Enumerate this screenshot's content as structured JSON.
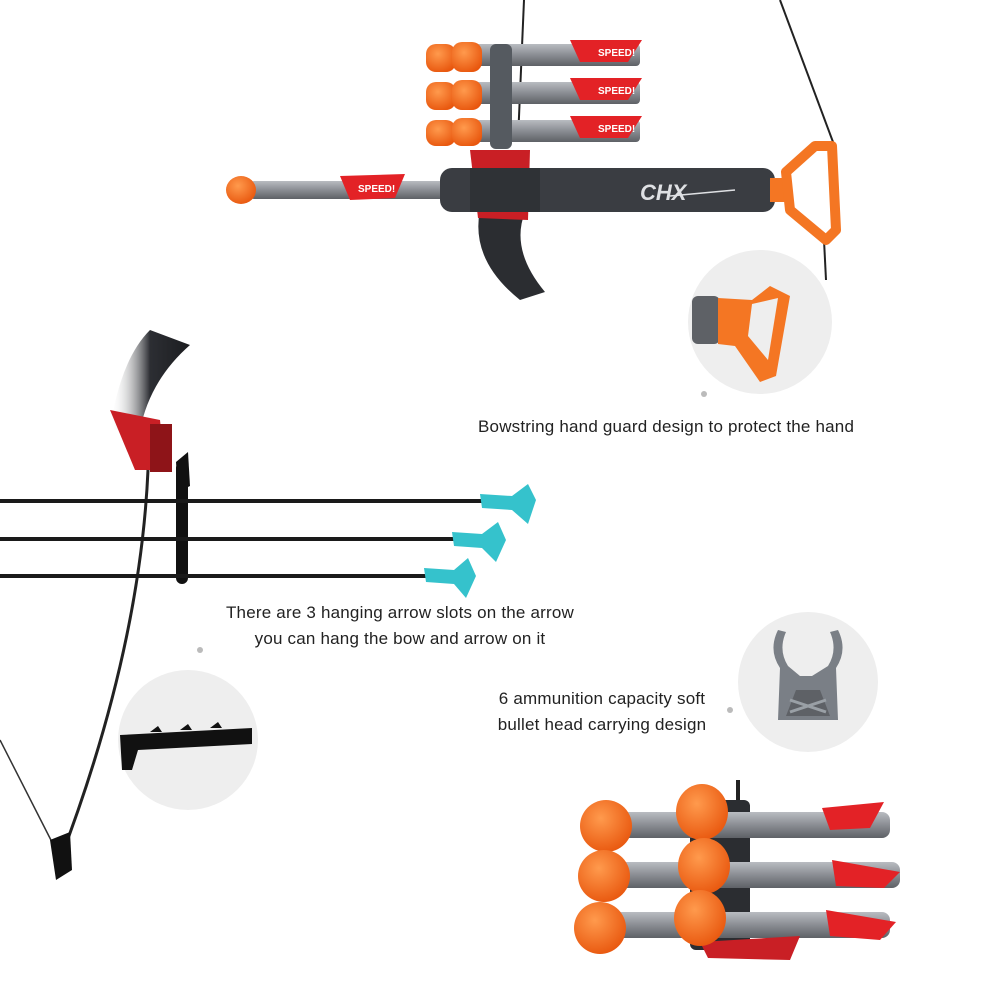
{
  "captions": {
    "hand_guard": "Bowstring hand guard design to protect the hand",
    "arrow_slots_line1": "There are 3 hanging arrow slots on the arrow",
    "arrow_slots_line2": "you can hang the bow and arrow on it",
    "ammo_line1": "6 ammunition capacity soft",
    "ammo_line2": "bullet head carrying design"
  },
  "brand_mark": "CHX",
  "arrow_fin_text": "SPEED!",
  "colors": {
    "foam_tip": "#f26a1b",
    "shaft": "#8a8d93",
    "fin_red": "#e32226",
    "riser_dark": "#3a3d42",
    "bow_red": "#d31f26",
    "suction_cup": "#35c2cc",
    "inset_bg": "#eeeeee"
  },
  "icons": [
    "hand-guard-icon",
    "arrow-rack-icon",
    "ammo-clip-icon"
  ]
}
